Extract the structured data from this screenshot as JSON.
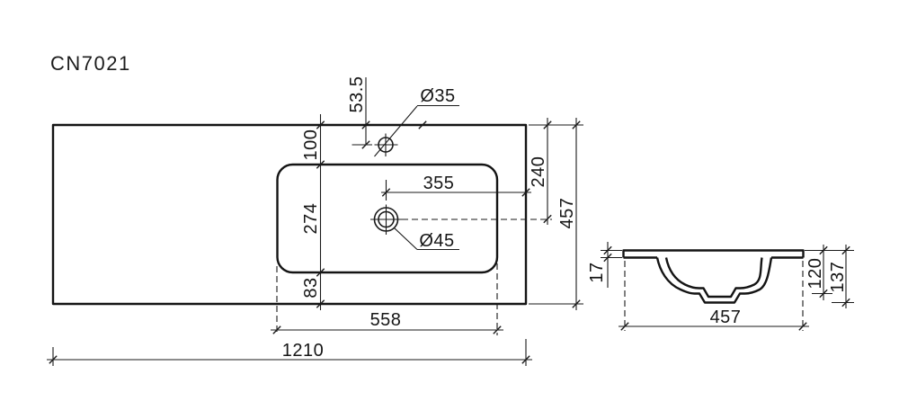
{
  "title": "CN7021",
  "colors": {
    "line": "#161616",
    "background": "#ffffff"
  },
  "top_view": {
    "labels": {
      "faucet_offset": "53.5",
      "faucet_diameter": "Ø35",
      "basin_back_offset": "100",
      "drain_right_offset": "355",
      "drain_back_offset": "240",
      "overall_depth": "457",
      "basin_depth": "274",
      "drain_diameter": "Ø45",
      "basin_front_offset": "83",
      "basin_width": "558",
      "overall_width": "1210"
    }
  },
  "side_view": {
    "labels": {
      "rim_thickness": "17",
      "bowl_depth": "120",
      "overall_height": "137",
      "overall_width": "457"
    }
  }
}
